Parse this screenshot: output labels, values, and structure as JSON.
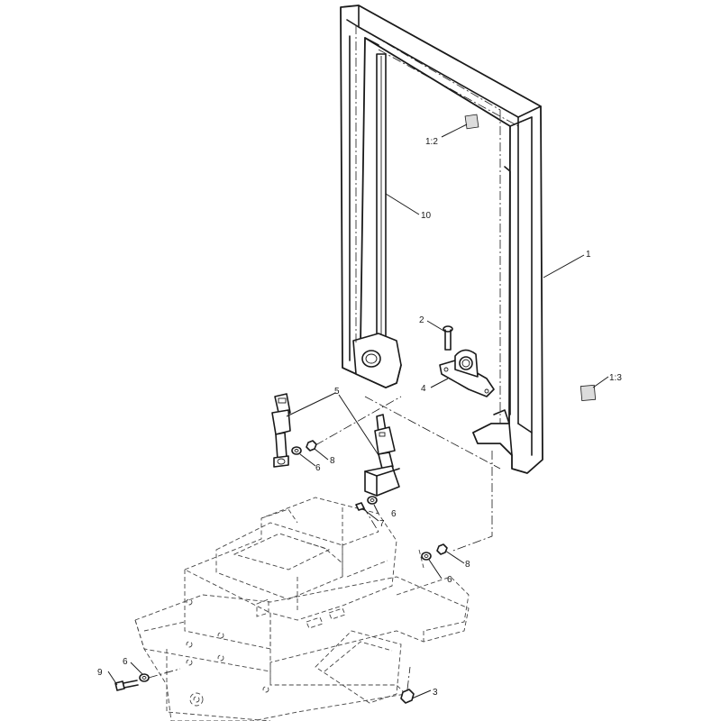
{
  "callouts": {
    "c1": "1",
    "c1_2": "1:2",
    "c1_3": "1:3",
    "c2": "2",
    "c3": "3",
    "c4": "4",
    "c5": "5",
    "c6a": "6",
    "c6b": "6",
    "c6c": "6",
    "c6d": "6",
    "c7": "7",
    "c8a": "8",
    "c8b": "8",
    "c9": "9",
    "c10": "10"
  },
  "colors": {
    "line": "#1a1a1a",
    "background": "#ffffff"
  }
}
